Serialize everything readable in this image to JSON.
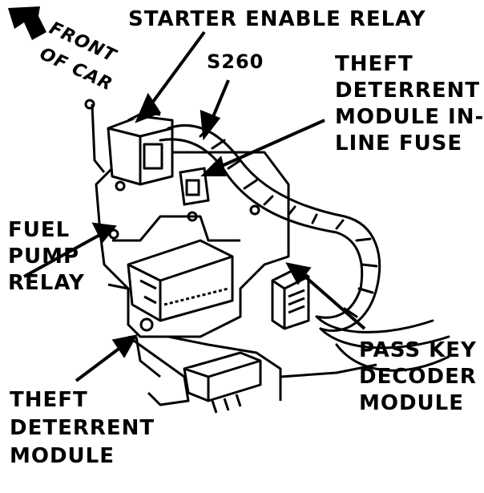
{
  "diagram": {
    "front_label": [
      "FRONT",
      "OF CAR"
    ],
    "labels": {
      "starter_enable_relay": [
        "STARTER ENABLE RELAY"
      ],
      "s260": [
        "S260"
      ],
      "theft_fuse": [
        "THEFT",
        "DETERRENT",
        "MODULE IN-",
        "LINE FUSE"
      ],
      "fuel_pump_relay": [
        "FUEL",
        "PUMP",
        "RELAY"
      ],
      "pass_key": [
        "PASS KEY",
        "DECODER",
        "MODULE"
      ],
      "theft_module": [
        "THEFT",
        "DETERRENT",
        "MODULE"
      ]
    },
    "colors": {
      "ink": "#000000",
      "paper": "#ffffff"
    }
  }
}
